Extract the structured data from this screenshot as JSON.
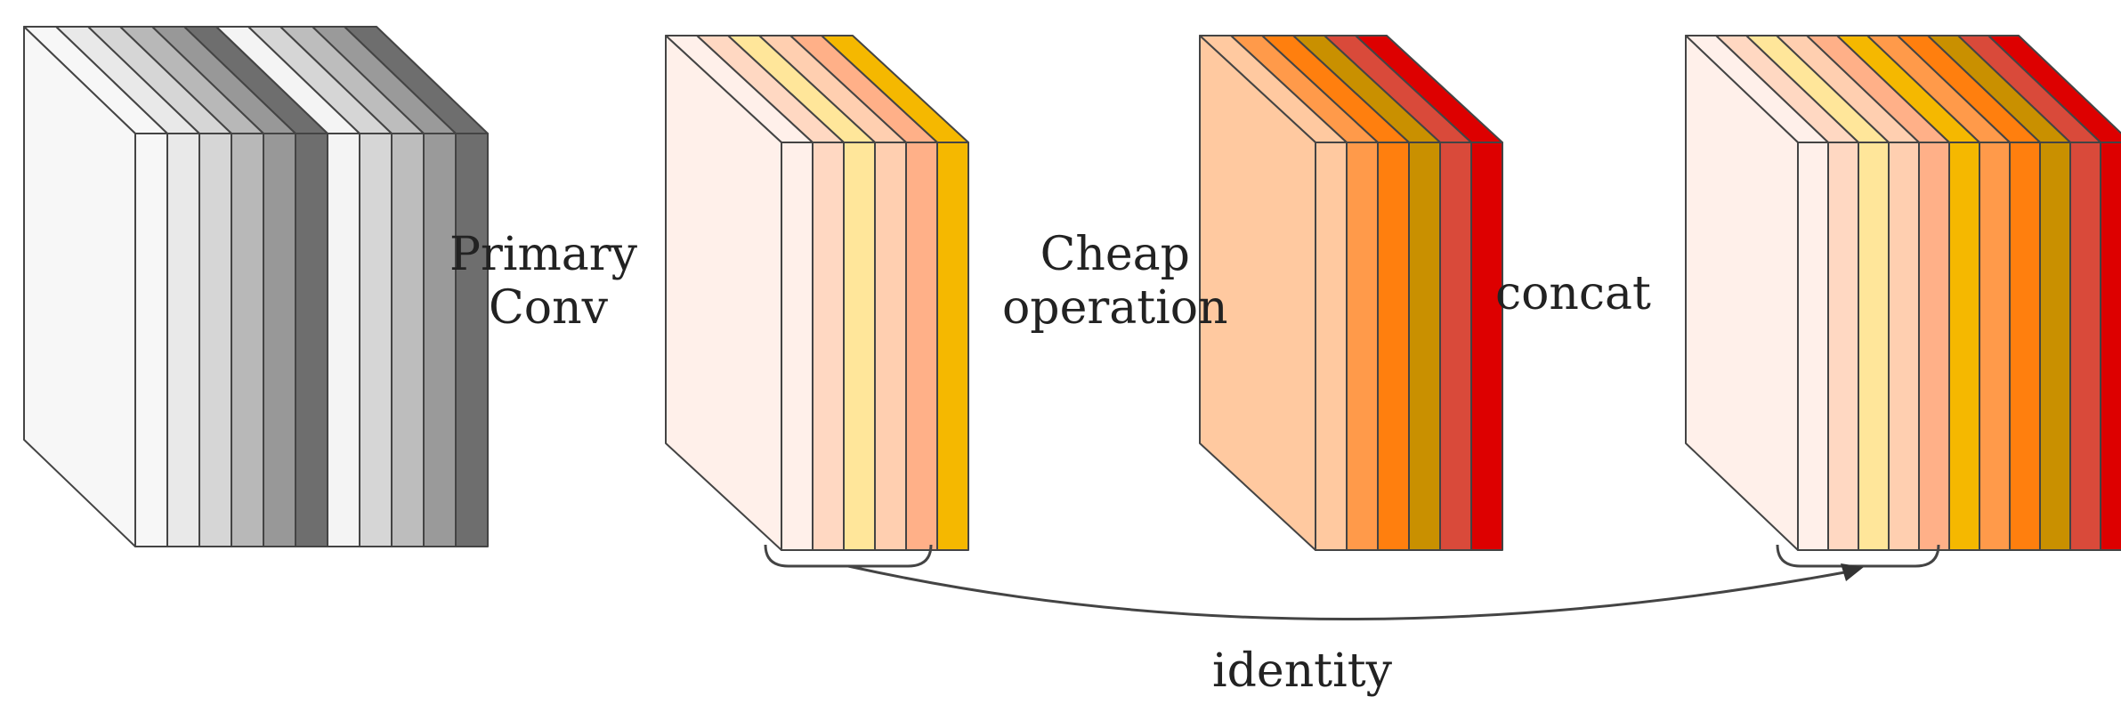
{
  "labels": {
    "primary_conv": [
      "Primary",
      "Conv"
    ],
    "cheap_operation": [
      "Cheap",
      "operation"
    ],
    "concat": "concat",
    "identity": "identity"
  },
  "blocks": [
    {
      "name": "input-feature-map-block",
      "layers": [
        "#f7f7f7",
        "#e9e9e9",
        "#d6d6d6",
        "#b8b8b8",
        "#989898",
        "#6e6e6e",
        "#f4f4f4",
        "#d6d6d6",
        "#bdbdbd",
        "#9a9a9a",
        "#6e6e6e"
      ]
    },
    {
      "name": "intrinsic-feature-map-block",
      "layers": [
        "#fff0ea",
        "#ffd8c2",
        "#ffe69a",
        "#ffcfb0",
        "#ffb088",
        "#f5b800"
      ]
    },
    {
      "name": "ghost-feature-map-block",
      "layers": [
        "#ffc9a0",
        "#ff9a4a",
        "#ff7f0e",
        "#c99000",
        "#d94a3a",
        "#dd0000"
      ]
    },
    {
      "name": "output-feature-map-block",
      "layers": [
        "#fff0ea",
        "#ffd8c2",
        "#ffe69a",
        "#ffcfb0",
        "#ffb088",
        "#f5b800",
        "#ff9a4a",
        "#ff7f0e",
        "#c99000",
        "#d94a3a",
        "#dd0000"
      ]
    }
  ],
  "colors": {
    "stroke": "#444444",
    "arrow": "#333333"
  }
}
